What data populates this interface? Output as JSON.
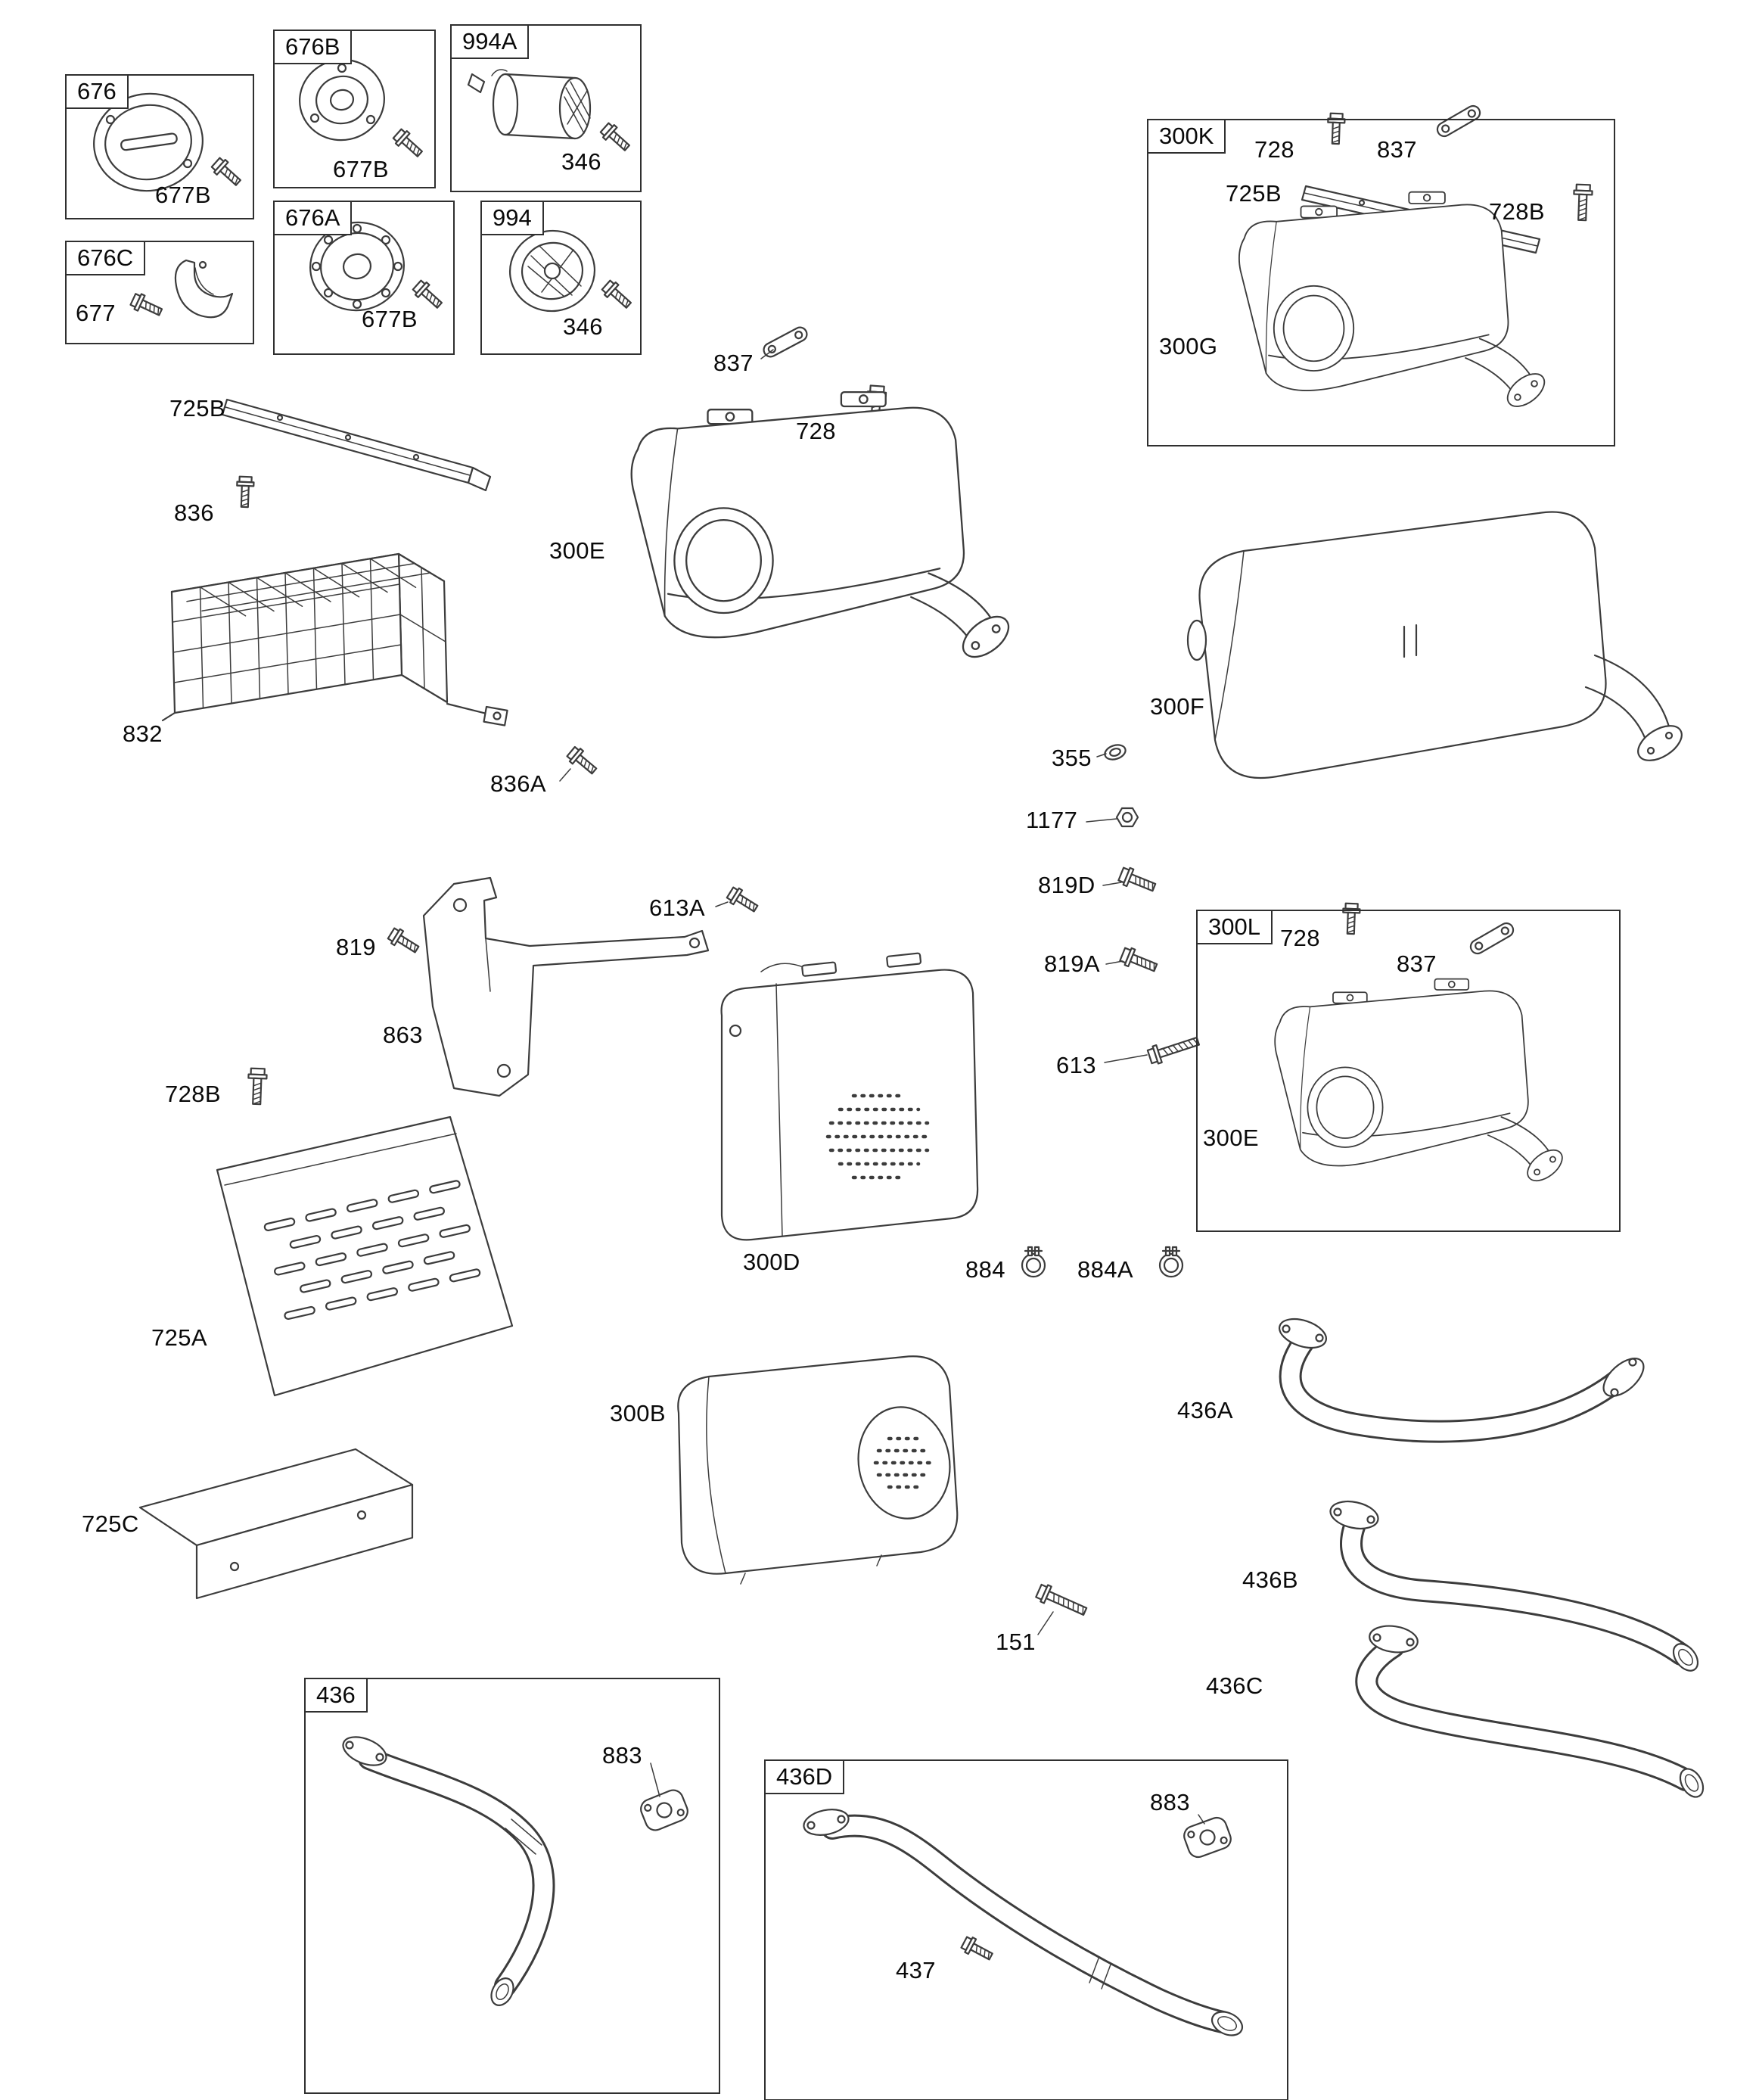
{
  "colors": {
    "background": "#ffffff",
    "line": "#3c3c3c",
    "text": "#0a0a0a"
  },
  "callouts": {
    "box676": "676",
    "box676b": "676B",
    "box994a": "994A",
    "box676c": "676C",
    "box676a": "676A",
    "box994": "994",
    "box300k": "300K",
    "box300l": "300L",
    "box436": "436",
    "box436d": "436D"
  },
  "labels": {
    "p677b_in_676": "677B",
    "p677b_in_676b": "677B",
    "p346_in_994a": "346",
    "p677_in_676c": "677",
    "p677b_in_676a": "677B",
    "p346_in_994": "346",
    "p728_in_300k": "728",
    "p837_in_300k": "837",
    "p725b_in_300k": "725B",
    "p728b_in_300k": "728B",
    "p300g_in_300k": "300G",
    "p837_center": "837",
    "p728_center": "728",
    "p300e_center": "300E",
    "p725b_left": "725B",
    "p836": "836",
    "p832": "832",
    "p836a": "836A",
    "p300f": "300F",
    "p355": "355",
    "p1177": "1177",
    "p819d": "819D",
    "p819a": "819A",
    "p613": "613",
    "p613a": "613A",
    "p819": "819",
    "p863": "863",
    "p728_in_300l": "728",
    "p837_in_300l": "837",
    "p300e_in_300l": "300E",
    "p728b_left": "728B",
    "p725a": "725A",
    "p300d": "300D",
    "p884": "884",
    "p884a": "884A",
    "p300b": "300B",
    "p436a": "436A",
    "p436b": "436B",
    "p436c": "436C",
    "p151": "151",
    "p725c": "725C",
    "p883_in_436": "883",
    "p883_in_436d": "883",
    "p437_in_436d": "437"
  }
}
